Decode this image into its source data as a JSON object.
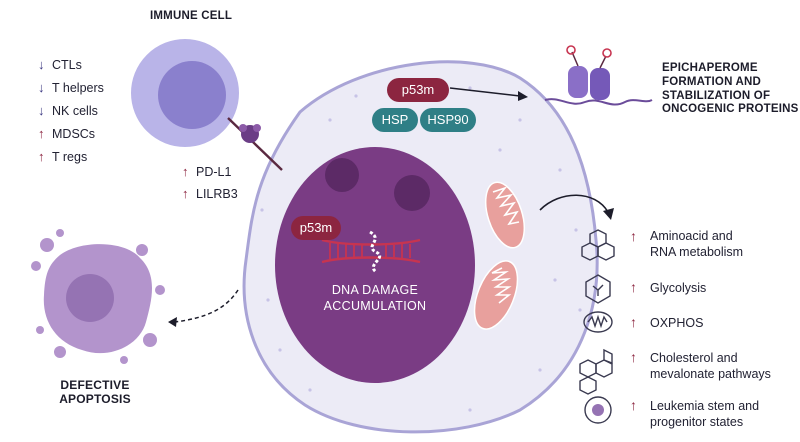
{
  "colors": {
    "cell_fill": "#ecebf6",
    "cell_border": "#a9a4d6",
    "nucleus": "#7a3c84",
    "nucleolus": "#5c2a66",
    "p53m": "#8c2540",
    "hsp": "#2f7f86",
    "mitochondria": "#e8a09d",
    "immune_cell": "#b9b4e8",
    "apoptotic_cell": "#b394cc",
    "arrow_down": "#3a3680",
    "arrow_up": "#8c2540"
  },
  "immune": {
    "title": "IMMUNE CELL",
    "changes": [
      {
        "label": "CTLs",
        "direction": "down"
      },
      {
        "label": "T helpers",
        "direction": "down"
      },
      {
        "label": "NK cells",
        "direction": "down"
      },
      {
        "label": "MDSCs",
        "direction": "up"
      },
      {
        "label": "T regs",
        "direction": "up"
      }
    ],
    "checkpoints": [
      {
        "label": "PD-L1",
        "direction": "up"
      },
      {
        "label": "LILRB3",
        "direction": "up"
      }
    ]
  },
  "cell": {
    "p53m_label": "p53m",
    "hsp_label": "HSP",
    "hsp90_label": "HSP90",
    "nucleus_p53m_label": "p53m",
    "dna_damage_line1": "DNA DAMAGE",
    "dna_damage_line2": "ACCUMULATION"
  },
  "epichaperome": {
    "line1": "EPICHAPEROME",
    "line2": "FORMATION AND",
    "line3": "STABILIZATION OF",
    "line4": "ONCOGENIC PROTEINS"
  },
  "apoptosis": {
    "line1": "DEFECTIVE",
    "line2": "APOPTOSIS"
  },
  "metabolism": [
    {
      "line1": "Aminoacid and",
      "line2": "RNA metabolism",
      "icon": "hexagon-rings-icon"
    },
    {
      "line1": "Glycolysis",
      "line2": "",
      "icon": "glucose-hexagon-icon"
    },
    {
      "line1": "OXPHOS",
      "line2": "",
      "icon": "mitochondria-icon"
    },
    {
      "line1": "Cholesterol and",
      "line2": "mevalonate pathways",
      "icon": "sterol-rings-icon"
    },
    {
      "line1": "Leukemia stem and",
      "line2": "progenitor states",
      "icon": "stem-cell-icon"
    }
  ]
}
